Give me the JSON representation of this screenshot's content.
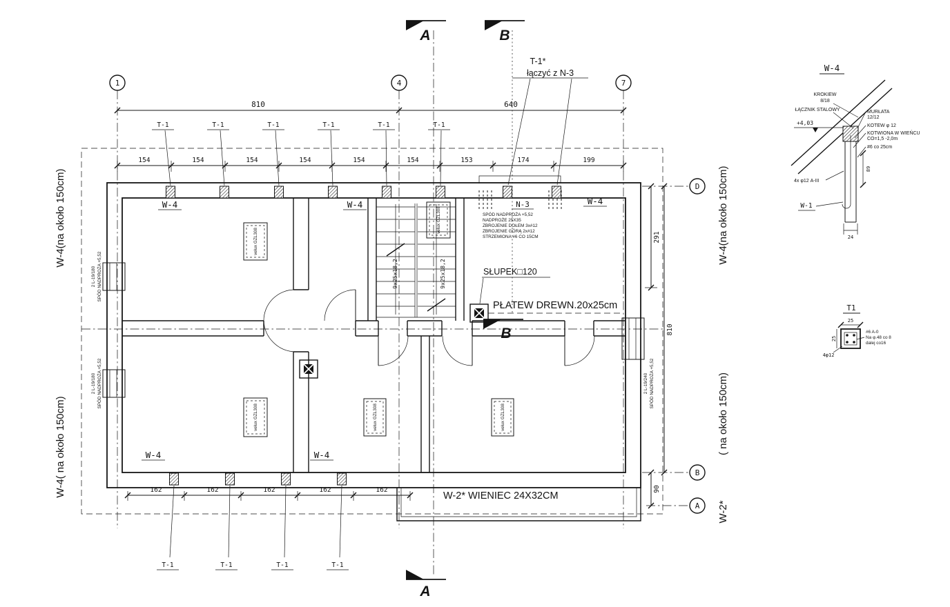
{
  "colors": {
    "ink": "#141414",
    "background": "#ffffff"
  },
  "sections": {
    "a_top": "A",
    "b_top": "B",
    "b_mid": "B",
    "a_bottom": "A"
  },
  "axes": {
    "col_1": "1",
    "col_4": "4",
    "col_7": "7",
    "row_d": "D",
    "row_b": "B",
    "row_a": "A"
  },
  "dims": {
    "top_total_left": "810",
    "top_total_right": "640",
    "top": [
      "154",
      "154",
      "154",
      "154",
      "154",
      "154",
      "153",
      "174",
      "199"
    ],
    "bottom": [
      "162",
      "162",
      "162",
      "162",
      "162"
    ],
    "right_sub": "291",
    "right_total": "810",
    "right_low": "90"
  },
  "labels": {
    "t1": "T-1",
    "w4": "W-4",
    "stair_run": "9x25x18,2",
    "velux": "velux GZL308",
    "window_left": "2 L-19/180",
    "window_right": "2 L-19/240",
    "window_note": "SPÓD NADPROŻA +5,52"
  },
  "notes": {
    "t1_star": "T-1*",
    "t1_star_link": "łączyć z N-3",
    "n3_title": "N-3",
    "n3_lines": [
      "SPÓD NADPROŻA +5,52",
      "NADPROŻE 25X35",
      "ZBROJENIE DOŁEM 3x#12",
      "ZBROJENIE GÓRĄ 2x#12",
      "STRZEMIONA #6 CO 15CM"
    ],
    "slupek": "SŁUPEK□120",
    "platew": "PŁATEW DREWN.20x25cm",
    "wieniec": "W-2* WIENIEC 24X32CM"
  },
  "side_labels": {
    "left_top": "W-4(na około 150cm)",
    "left_bottom": "W-4( na około 150cm)",
    "right_top": "W-4(na około 150cm)",
    "right_bottom_note": "( na około 150cm)",
    "right_bottom": "W-2*"
  },
  "detail_w4": {
    "title": "W-4",
    "level": "+4,03",
    "krokiew_1": "KROKIEW",
    "krokiew_2": "8/18",
    "lacznik": "ŁĄCZNIK STALOWY",
    "murlata_1": "MURŁATA",
    "murlata_2": "12/12",
    "kotew": "KOTEW φ 12",
    "kotwiona_1": "KOTWIONA W WIEŃCU",
    "kotwiona_2": "CO=1,5 -2,0m",
    "strzemiona": "#6 co 25cm",
    "prety": "4x φ12 A-III",
    "w1": "W-1",
    "dim_width": "24",
    "dim_height": "89"
  },
  "detail_t1": {
    "title": "T1",
    "dim_top": "25",
    "dim_left": "25",
    "note_1": "#6 A-0",
    "note_2": "Na φ.48 co 8",
    "note_3": "dalej co16",
    "bars": "4φ12"
  }
}
